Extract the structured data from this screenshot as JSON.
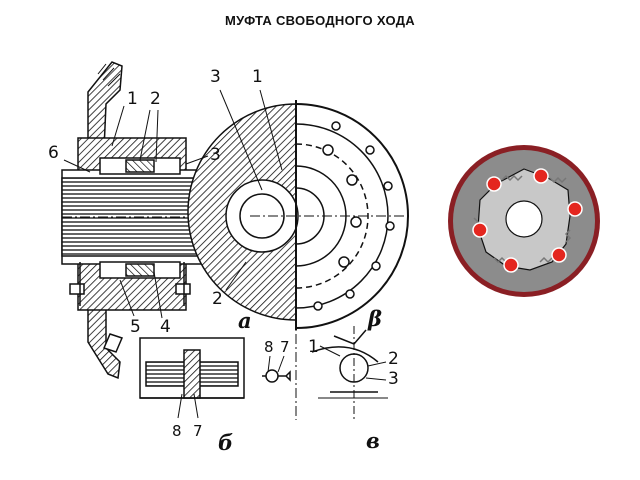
{
  "title": "МУФТА СВОБОДНОГО ХОДА",
  "main_view": {
    "labels": [
      "1",
      "2",
      "3",
      "4",
      "5",
      "6"
    ],
    "caption": "а"
  },
  "end_view": {
    "labels": [
      "3",
      "1",
      "2"
    ]
  },
  "detail_b": {
    "labels": [
      "8",
      "7"
    ],
    "pin_labels": [
      "8",
      "7"
    ],
    "caption": "б"
  },
  "detail_v": {
    "labels": [
      "1",
      "2",
      "3"
    ],
    "angle_label": "β",
    "caption": "в"
  },
  "colors": {
    "ink": "#111111",
    "rollers": "#e4261f",
    "outer_ring": "#8a1f24",
    "ring_fill": "#8c8c8c",
    "hub_fill": "#c8c8c8",
    "spring": "#777777"
  }
}
